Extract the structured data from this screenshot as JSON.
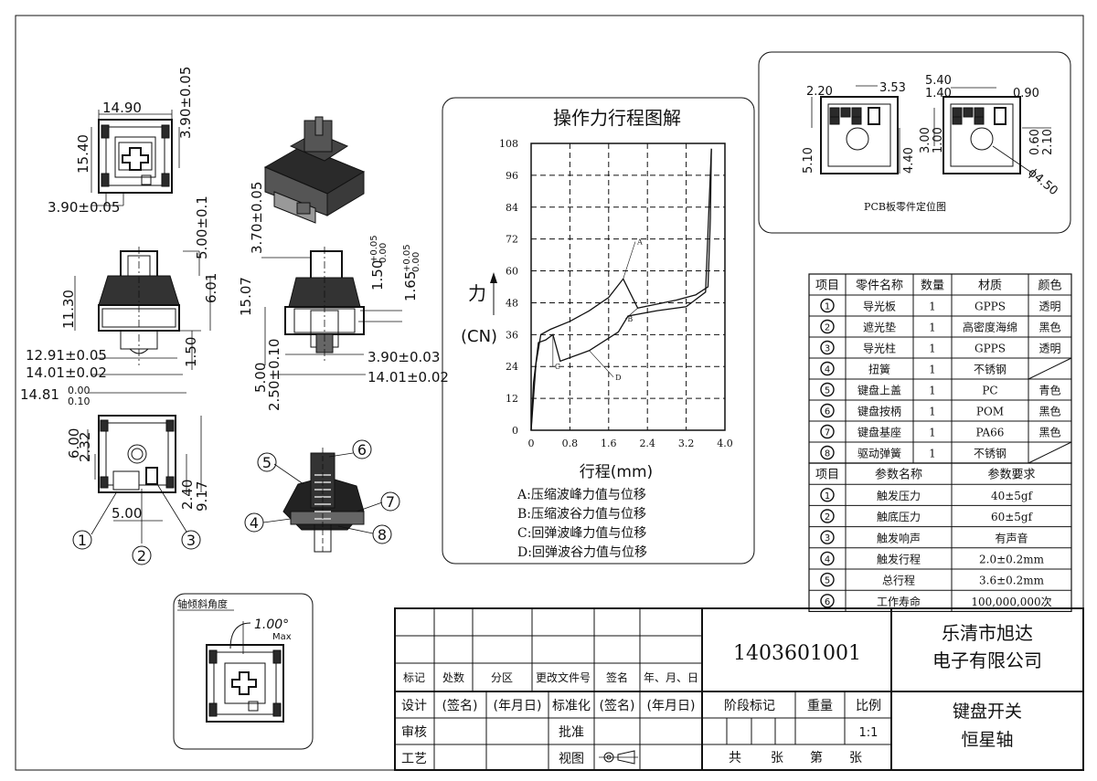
{
  "dims_top": [
    "14.90",
    "3.90±0.05",
    "15.40",
    "3.90±0.05"
  ],
  "dims_side": [
    "5.00±0.1",
    "11.30",
    "6.01",
    "12.91±0.05",
    "14.01±0.02",
    "14.81",
    "0.00",
    "0.10",
    "1.50"
  ],
  "dims_right": [
    "3.70±0.05",
    "15.07",
    "1.50",
    "+0.05",
    "0.00",
    "1.65",
    "+0.05",
    "0.00",
    "3.90±0.03",
    "14.01±0.02",
    "5.00",
    "2.50±0.10"
  ],
  "dims_bottom": [
    "6.00",
    "2.32",
    "5.00",
    "2.40",
    "9.17"
  ],
  "callouts": [
    "1",
    "2",
    "3",
    "4",
    "5",
    "6",
    "7",
    "8"
  ],
  "tilt": {
    "title": "轴倾斜角度",
    "angle": "1.00°",
    "max": "Max"
  },
  "pcb": {
    "caption": "PCB板零件定位图",
    "dims": [
      "2.20",
      "3.53",
      "5.10",
      "4.40",
      "5.40",
      "1.40",
      "0.90",
      "3.00",
      "1.00",
      "0.60",
      "2.10",
      "ϕ4.50"
    ]
  },
  "chart_data": {
    "type": "line",
    "title": "操作力行程图解",
    "xlabel": "行程(mm)",
    "ylabel": "力\n(CN)",
    "xlim": [
      0,
      4.0
    ],
    "ylim": [
      0,
      108
    ],
    "x_ticks": [
      "0",
      "0.8",
      "1.6",
      "2.4",
      "3.2",
      "4.0"
    ],
    "y_ticks": [
      "0",
      "12",
      "24",
      "36",
      "48",
      "60",
      "72",
      "84",
      "96",
      "108"
    ],
    "grid": true,
    "point_labels": [
      "A",
      "B",
      "C",
      "D"
    ],
    "series": [
      {
        "x": [
          0,
          0.1,
          0.2,
          0.4,
          0.8,
          1.2,
          1.6,
          1.9,
          2.2,
          2.6,
          3.0,
          3.4,
          3.65,
          3.7,
          3.72
        ],
        "y": [
          0,
          25,
          36,
          38,
          41,
          45,
          50,
          57,
          46,
          47.5,
          49,
          51,
          54,
          80,
          106
        ]
      },
      {
        "x": [
          3.72,
          3.6,
          3.2,
          2.6,
          2.0,
          1.8,
          1.2,
          0.6,
          0.45,
          0.3,
          0.15,
          0.05,
          0
        ],
        "y": [
          106,
          52,
          46.5,
          45,
          43,
          37,
          30,
          26,
          36,
          34,
          33,
          18,
          0
        ]
      }
    ],
    "legend": [
      "A:压缩波峰力值与位移",
      "B:压缩波谷力值与位移",
      "C:回弹波峰力值与位移",
      "D:回弹波谷力值与位移"
    ]
  },
  "parts_table": {
    "headers": [
      "项目",
      "零件名称",
      "数量",
      "材质",
      "颜色"
    ],
    "rows": [
      [
        "1",
        "导光板",
        "1",
        "GPPS",
        "透明"
      ],
      [
        "2",
        "遮光垫",
        "1",
        "高密度海绵",
        "黑色"
      ],
      [
        "3",
        "导光柱",
        "1",
        "GPPS",
        "透明"
      ],
      [
        "4",
        "扭簧",
        "1",
        "不锈钢",
        ""
      ],
      [
        "5",
        "键盘上盖",
        "1",
        "PC",
        "青色"
      ],
      [
        "6",
        "键盘按柄",
        "1",
        "POM",
        "黑色"
      ],
      [
        "7",
        "键盘基座",
        "1",
        "PA66",
        "黑色"
      ],
      [
        "8",
        "驱动弹簧",
        "1",
        "不锈钢",
        ""
      ]
    ]
  },
  "params_table": {
    "headers": [
      "项目",
      "参数名称",
      "参数要求"
    ],
    "rows": [
      [
        "1",
        "触发压力",
        "40±5gf"
      ],
      [
        "2",
        "触底压力",
        "60±5gf"
      ],
      [
        "3",
        "触发响声",
        "有声音"
      ],
      [
        "4",
        "触发行程",
        "2.0±0.2mm"
      ],
      [
        "5",
        "总行程",
        "3.6±0.2mm"
      ],
      [
        "6",
        "工作寿命",
        "100,000,000次"
      ]
    ]
  },
  "title_block": {
    "rev_headers": [
      "标记",
      "处数",
      "分区",
      "更改文件号",
      "签名",
      "年、月、日"
    ],
    "row_design": [
      "设计",
      "(签名)",
      "(年月日)",
      "标准化",
      "(签名)",
      "(年月日)"
    ],
    "row_check": "审核",
    "row_approve": "批准",
    "row_craft": "工艺",
    "row_view": "视图",
    "drawing_no": "1403601001",
    "company_line1": "乐清市旭达",
    "company_line2": "电子有限公司",
    "stage": "阶段标记",
    "weight": "重量",
    "scale": "比例",
    "scale_value": "1:1",
    "sheets": [
      "共",
      "张",
      "第",
      "张"
    ],
    "product_line1": "键盘开关",
    "product_line2": "恒星轴"
  }
}
